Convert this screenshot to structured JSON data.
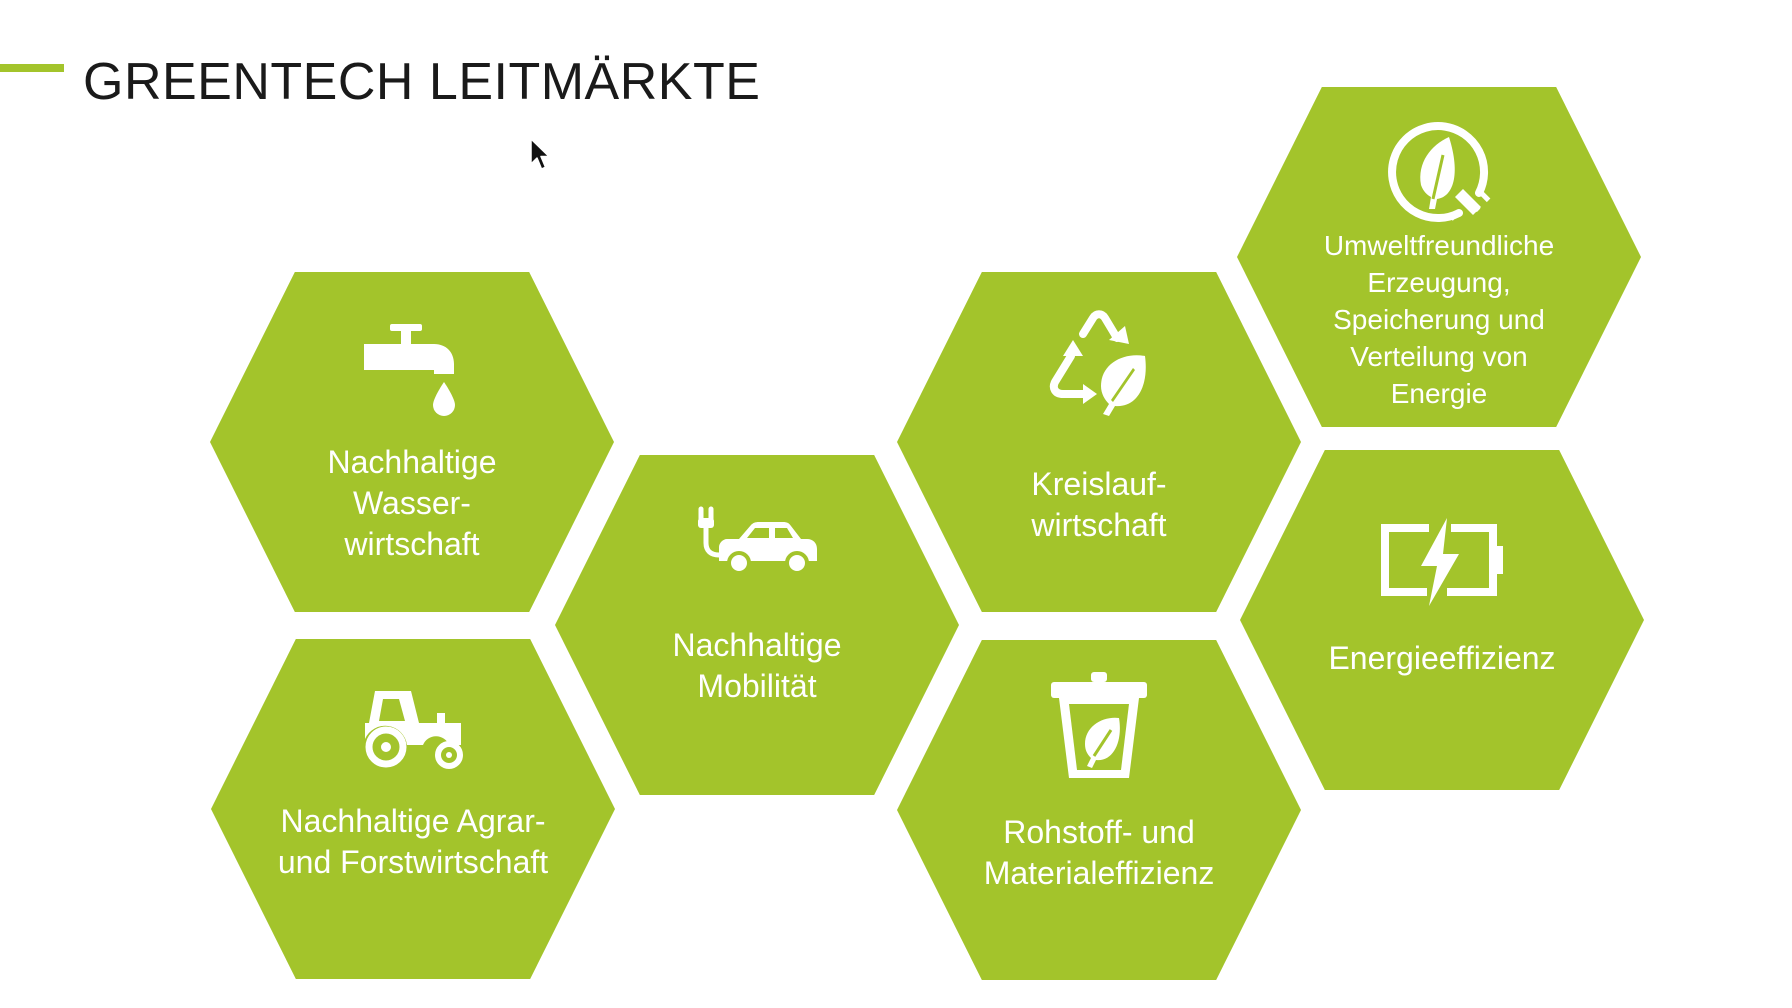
{
  "title": "GREENTECH LEITMÄRKTE",
  "accent_color": "#a3c42b",
  "hexagons": [
    {
      "id": "wasser",
      "icon": "water-tap-icon",
      "lines": [
        "Nachhaltige",
        "Wasser-",
        "wirtschaft"
      ]
    },
    {
      "id": "agrar",
      "icon": "tractor-icon",
      "lines": [
        "Nachhaltige Agrar-",
        "und Forstwirtschaft"
      ]
    },
    {
      "id": "mobilitaet",
      "icon": "electric-car-icon",
      "lines": [
        "Nachhaltige",
        "Mobilität"
      ]
    },
    {
      "id": "kreislauf",
      "icon": "recycle-leaf-icon",
      "lines": [
        "Kreislauf-",
        "wirtschaft"
      ]
    },
    {
      "id": "rohstoff",
      "icon": "eco-bin-icon",
      "lines": [
        "Rohstoff- und",
        "Materialeffizienz"
      ]
    },
    {
      "id": "energie",
      "icon": "leaf-plug-icon",
      "lines": [
        "Umweltfreundliche",
        "Erzeugung,",
        "Speicherung und",
        "Verteilung von",
        "Energie"
      ]
    },
    {
      "id": "effizienz",
      "icon": "battery-charge-icon",
      "lines": [
        "Energieeffizienz"
      ]
    }
  ]
}
